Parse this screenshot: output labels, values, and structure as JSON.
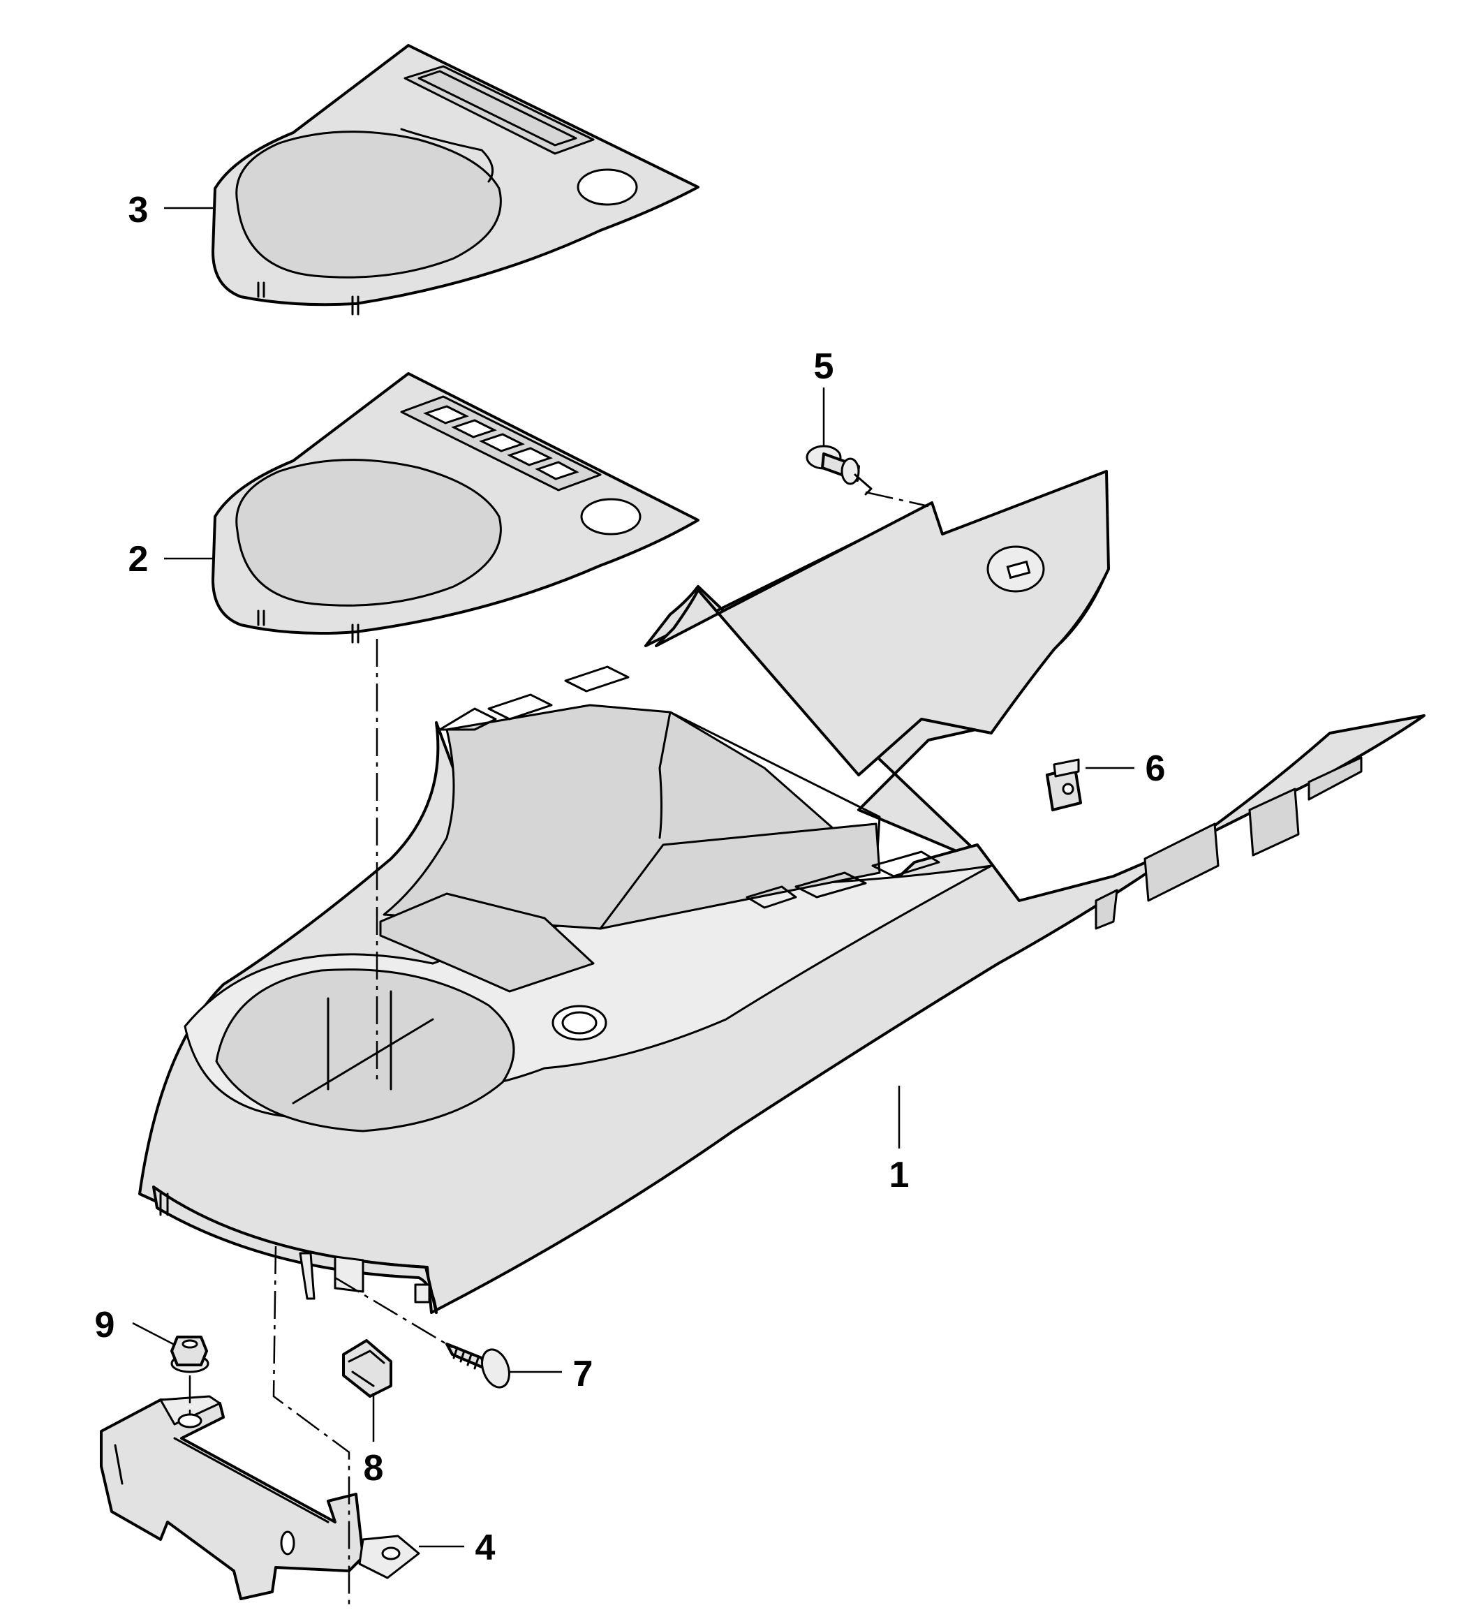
{
  "callouts": [
    {
      "id": "part-1",
      "label": "1"
    },
    {
      "id": "part-2",
      "label": "2"
    },
    {
      "id": "part-3",
      "label": "3"
    },
    {
      "id": "part-4",
      "label": "4"
    },
    {
      "id": "part-5",
      "label": "5"
    },
    {
      "id": "part-6",
      "label": "6"
    },
    {
      "id": "part-7",
      "label": "7"
    },
    {
      "id": "part-8",
      "label": "8"
    },
    {
      "id": "part-9",
      "label": "9"
    }
  ]
}
